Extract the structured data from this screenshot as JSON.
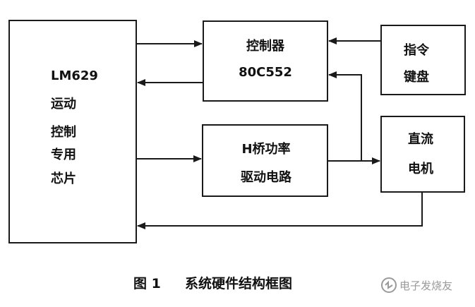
{
  "blocks": {
    "lm629": {
      "lines": [
        "LM629",
        "运动",
        "控制",
        "专用",
        "芯片"
      ]
    },
    "controller": {
      "lines": [
        "控制器",
        "80C552"
      ]
    },
    "keyboard": {
      "lines": [
        "指令",
        "键盘"
      ]
    },
    "driver": {
      "lines": [
        "H桥功率",
        "驱动电路"
      ]
    },
    "motor": {
      "lines": [
        "直流",
        "电机"
      ]
    }
  },
  "caption": {
    "figure_no": "图 1",
    "title": "系统硬件结构框图"
  },
  "watermark": {
    "text": "电子发烧友"
  },
  "colors": {
    "ink": "#1a1a1a",
    "watermark": "#9a9a9a"
  }
}
